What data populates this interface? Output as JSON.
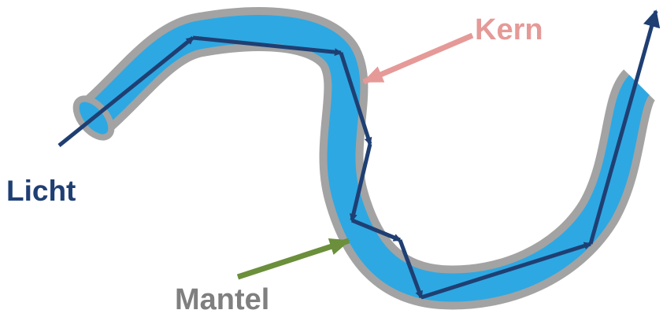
{
  "labels": {
    "light": "Licht",
    "core": "Kern",
    "cladding": "Mantel"
  },
  "colors": {
    "cladding": "#a3a3a3",
    "core": "#2ea8e2",
    "light_ray": "#1f3f73",
    "core_pointer": "#e59a98",
    "cladding_pointer": "#6b8f3b",
    "light_label": "#1f3f73",
    "core_label": "#e59a98",
    "cladding_label": "#7f7f7f"
  }
}
